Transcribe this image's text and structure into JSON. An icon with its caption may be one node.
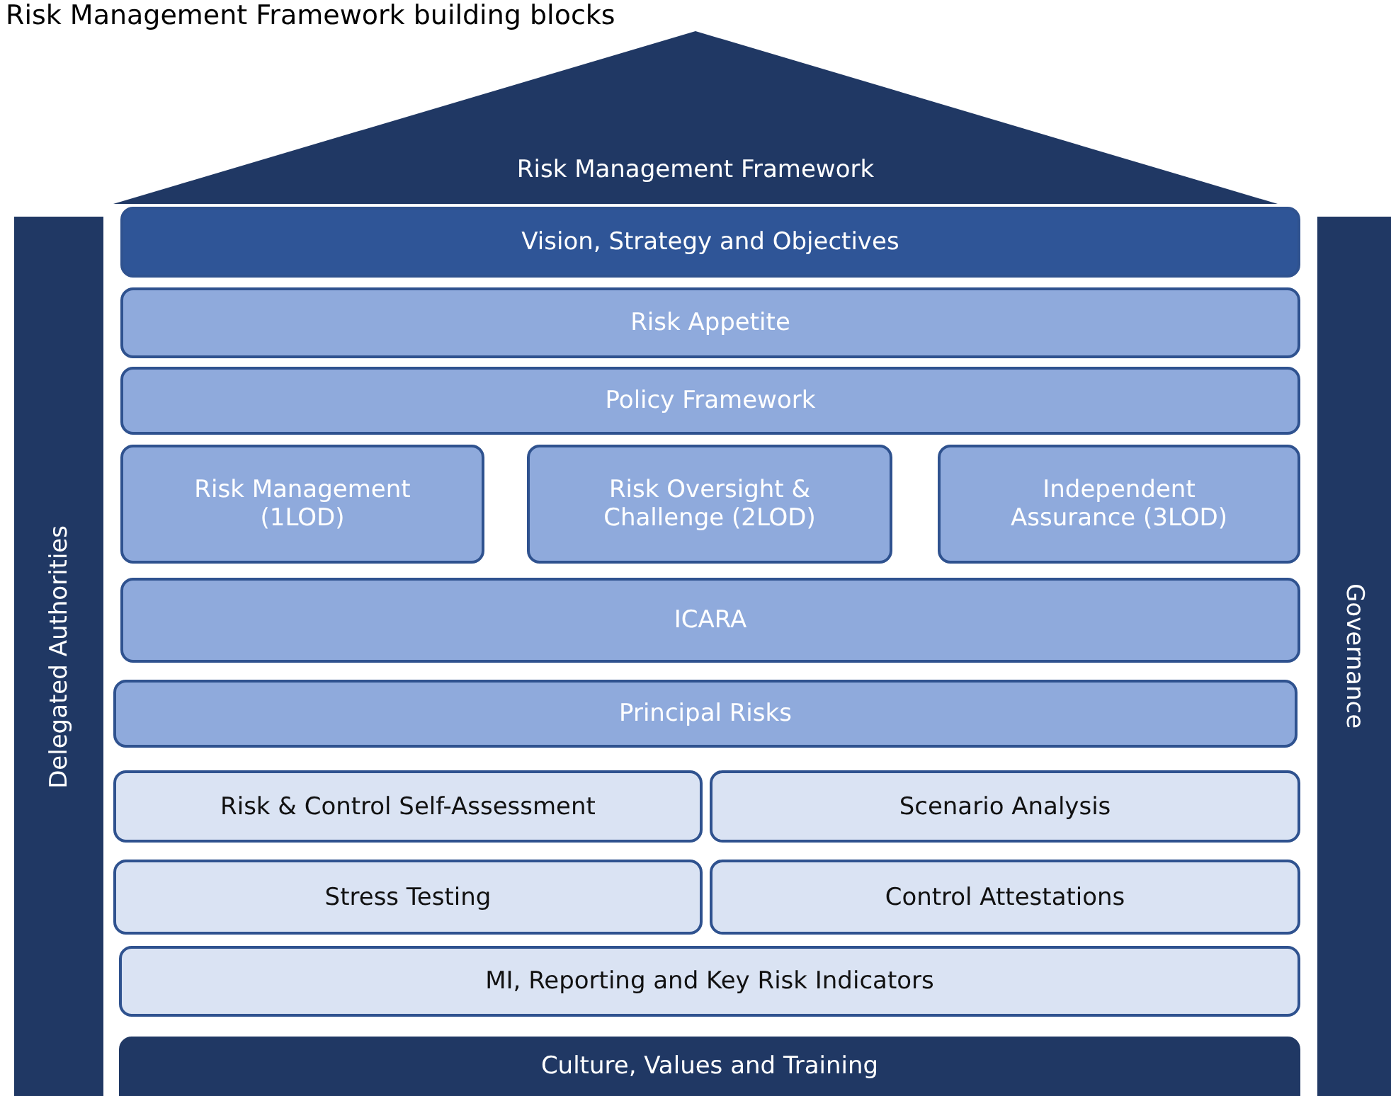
{
  "diagram": {
    "title": "Risk Management Framework building blocks",
    "nodes": [
      {
        "text": [
          "Risk Management Framework"
        ]
      },
      {
        "text": [
          "Delegated Authorities"
        ]
      },
      {
        "text": [
          "Governance"
        ]
      },
      {
        "text": [
          "Vision, Strategy and Objectives"
        ]
      },
      {
        "text": [
          "Risk Appetite"
        ]
      },
      {
        "text": [
          "Policy Framework"
        ]
      },
      {
        "text": [
          "Risk Management (1LOD)"
        ]
      },
      {
        "text": [
          "Risk Oversight & Challenge (2LOD)"
        ]
      },
      {
        "text": [
          "Independent Assurance (3LOD)"
        ]
      },
      {
        "text": [
          "ICARA"
        ]
      },
      {
        "text": [
          "Principal Risks"
        ]
      },
      {
        "text": [
          "Risk & Control Self-Assessment"
        ]
      },
      {
        "text": [
          "Scenario Analysis"
        ]
      },
      {
        "text": [
          "Stress Testing"
        ]
      },
      {
        "text": [
          "Control Attestations"
        ]
      },
      {
        "text": [
          "MI, Reporting and Key Risk Indicators"
        ]
      },
      {
        "text": [
          "Culture, Values and Training"
        ]
      }
    ]
  }
}
